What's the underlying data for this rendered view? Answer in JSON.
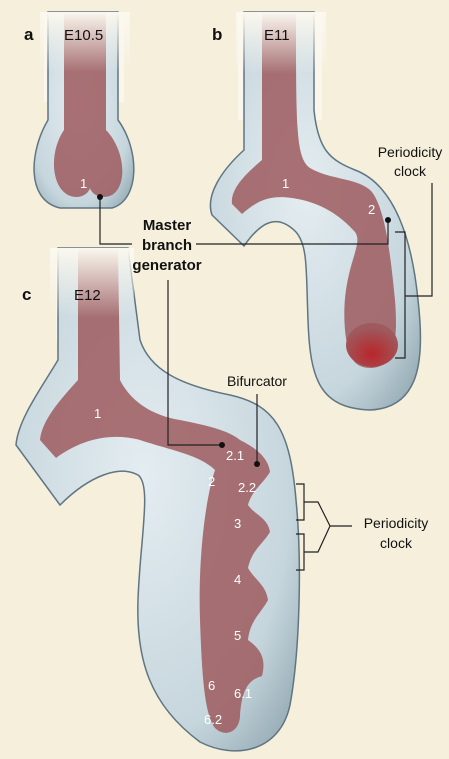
{
  "panels": {
    "a": {
      "letter": "a",
      "stage": "E10.5",
      "bud": "1"
    },
    "b": {
      "letter": "b",
      "stage": "E11",
      "stalk": "1",
      "bud": "2"
    },
    "c": {
      "letter": "c",
      "stage": "E12",
      "stalk": "1",
      "bud_2_1": "2.1",
      "bud_2": "2",
      "bud_2_2": "2.2",
      "bud_3": "3",
      "bud_4": "4",
      "bud_5": "5",
      "bud_6": "6",
      "bud_6_1": "6.1",
      "bud_6_2": "6.2"
    }
  },
  "annotations": {
    "master_line1": "Master",
    "master_line2": "branch",
    "master_line3": "generator",
    "clock_b_line1": "Periodicity",
    "clock_b_line2": "clock",
    "bifurcator": "Bifurcator",
    "clock_c_line1": "Periodicity",
    "clock_c_line2": "clock"
  },
  "colors": {
    "background": "#f5efdc",
    "tissue": "#cfdde3",
    "tissue_edge": "#5f7582",
    "epithelium": "#9e5a5e",
    "epithelium_active": "#b8262b",
    "mesenchyme_fade": "#fbf8ef",
    "line": "#222222"
  }
}
